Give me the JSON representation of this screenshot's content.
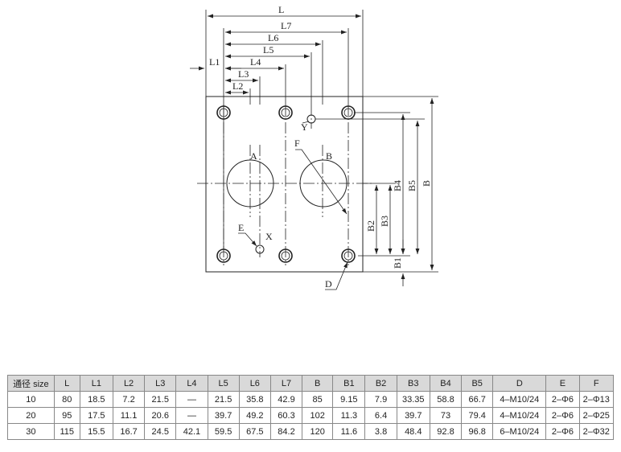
{
  "drawing": {
    "labels": {
      "L": "L",
      "L1": "L1",
      "L2": "L2",
      "L3": "L3",
      "L4": "L4",
      "L5": "L5",
      "L6": "L6",
      "L7": "L7",
      "B": "B",
      "B1": "B1",
      "B2": "B2",
      "B3": "B3",
      "B4": "B4",
      "B5": "B5",
      "A": "A",
      "Bport": "B",
      "D": "D",
      "E": "E",
      "F": "F",
      "X": "X",
      "Y": "Y"
    }
  },
  "table": {
    "headers": [
      "通径 size",
      "L",
      "L1",
      "L2",
      "L3",
      "L4",
      "L5",
      "L6",
      "L7",
      "B",
      "B1",
      "B2",
      "B3",
      "B4",
      "B5",
      "D",
      "E",
      "F"
    ],
    "rows": [
      [
        "10",
        "80",
        "18.5",
        "7.2",
        "21.5",
        "—",
        "21.5",
        "35.8",
        "42.9",
        "85",
        "9.15",
        "7.9",
        "33.35",
        "58.8",
        "66.7",
        "4–M10/24",
        "2–Φ6",
        "2–Φ13"
      ],
      [
        "20",
        "95",
        "17.5",
        "11.1",
        "20.6",
        "—",
        "39.7",
        "49.2",
        "60.3",
        "102",
        "11.3",
        "6.4",
        "39.7",
        "73",
        "79.4",
        "4–M10/24",
        "2–Φ6",
        "2–Φ25"
      ],
      [
        "30",
        "115",
        "15.5",
        "16.7",
        "24.5",
        "42.1",
        "59.5",
        "67.5",
        "84.2",
        "120",
        "11.6",
        "3.8",
        "48.4",
        "92.8",
        "96.8",
        "6–M10/24",
        "2–Φ6",
        "2–Φ32"
      ]
    ]
  }
}
